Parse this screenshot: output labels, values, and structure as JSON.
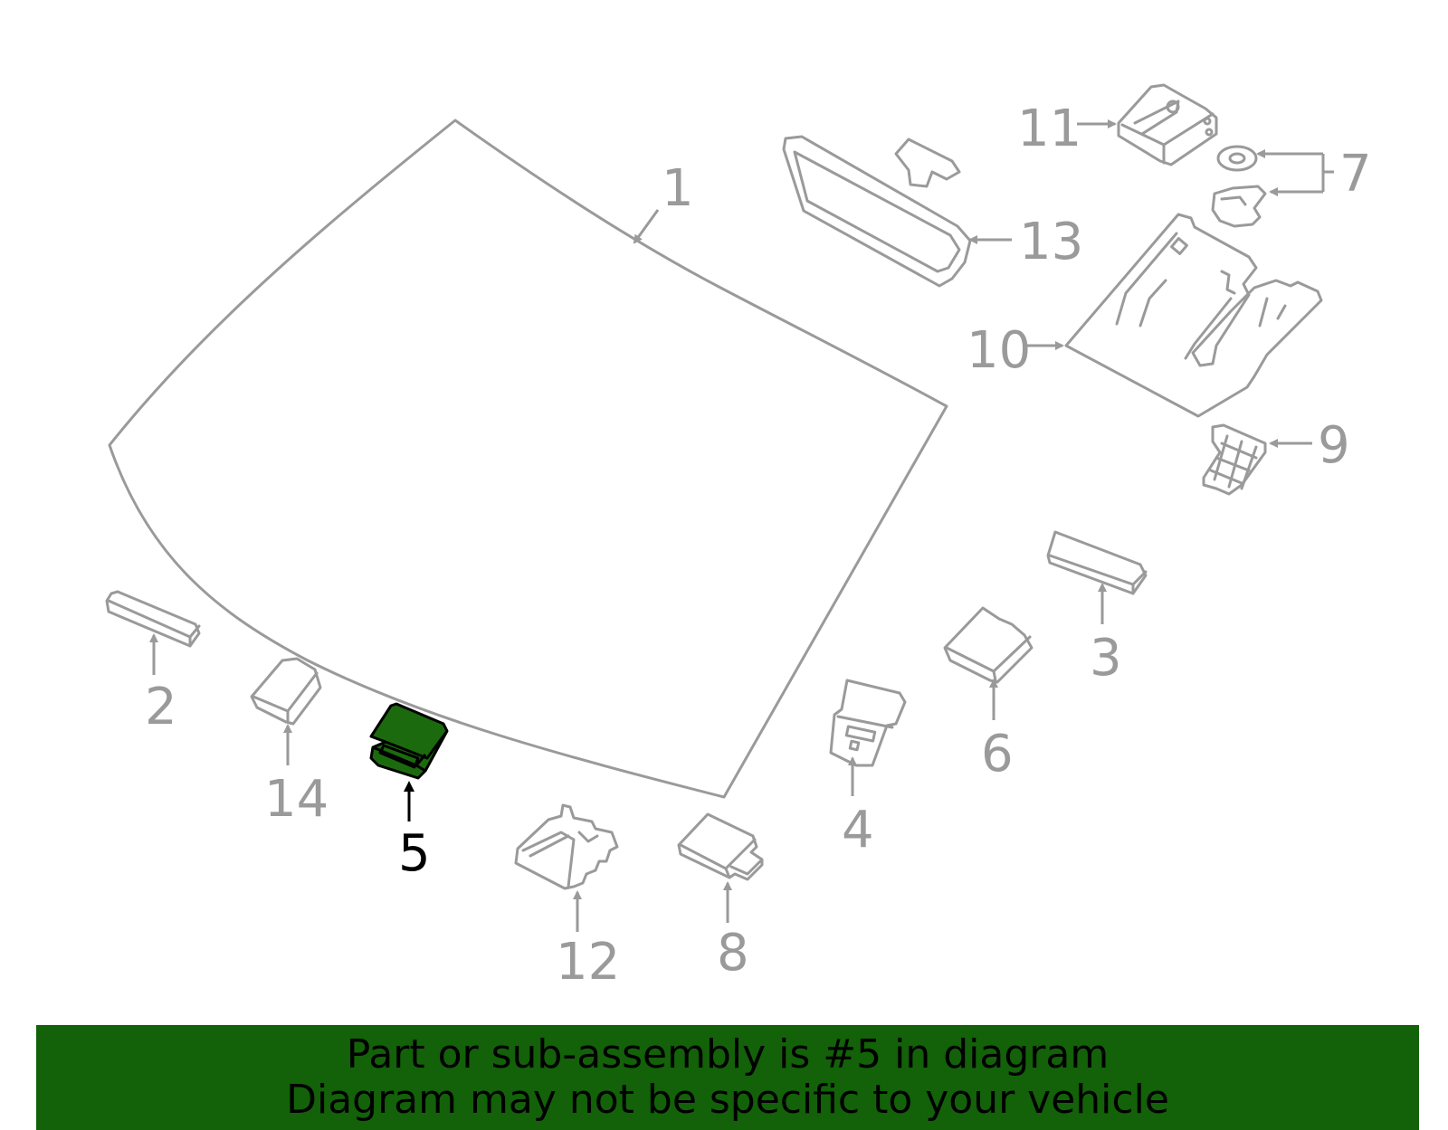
{
  "callouts": {
    "c1": "1",
    "c2": "2",
    "c3": "3",
    "c4": "4",
    "c5": "5",
    "c6": "6",
    "c7": "7",
    "c8": "8",
    "c9": "9",
    "c10": "10",
    "c11": "11",
    "c12": "12",
    "c13": "13",
    "c14": "14"
  },
  "highlighted_part": "5",
  "colors": {
    "highlight": "#1b6b0e",
    "banner": "#136109",
    "outline": "#9a9a9a"
  },
  "banner": {
    "line1": "Part or sub-assembly is #5 in diagram",
    "line2": "Diagram may not be specific to your vehicle"
  }
}
